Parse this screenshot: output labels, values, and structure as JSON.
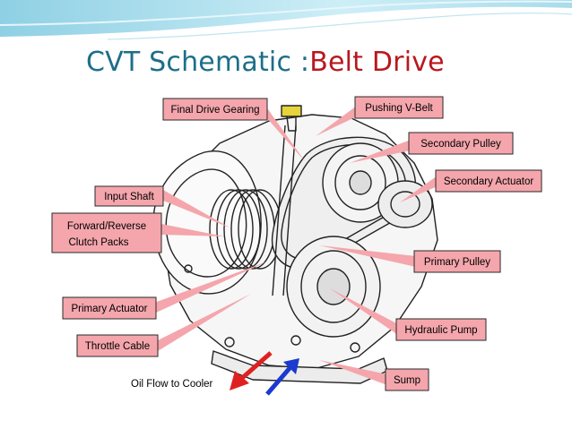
{
  "slide": {
    "title_main": "CVT Schematic :",
    "title_accent": "Belt Drive",
    "colors": {
      "title_main": "#1d6f88",
      "title_accent": "#b8181e",
      "callout_fill": "#f4a6ac",
      "callout_border": "#2a2a2a",
      "oil_out_arrow": "#e02020",
      "oil_in_arrow": "#1a3ad0",
      "header_wave": "#a9dcea"
    }
  },
  "diagram": {
    "labels": {
      "final_drive_gearing": "Final Drive Gearing",
      "pushing_v_belt": "Pushing V-Belt",
      "secondary_pulley": "Secondary Pulley",
      "secondary_actuator": "Secondary Actuator",
      "input_shaft": "Input Shaft",
      "forward_reverse_1": "Forward/Reverse",
      "forward_reverse_2": "Clutch Packs",
      "primary_pulley": "Primary Pulley",
      "primary_actuator": "Primary Actuator",
      "hydraulic_pump": "Hydraulic Pump",
      "throttle_cable": "Throttle Cable",
      "sump": "Sump",
      "oil_flow": "Oil Flow to Cooler"
    }
  }
}
